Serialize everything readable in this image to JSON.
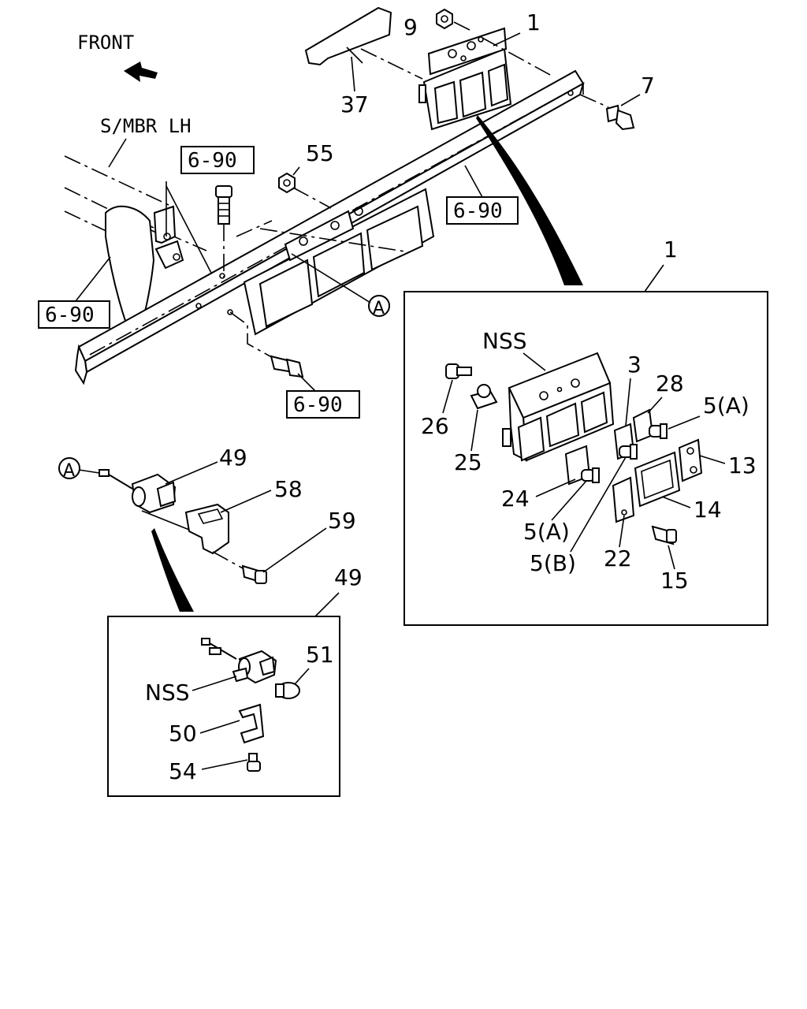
{
  "labels": {
    "front": "FRONT",
    "smbr": "S/MBR LH",
    "ref_6_90_a": "6-90",
    "ref_6_90_b": "6-90",
    "ref_6_90_c": "6-90",
    "ref_6_90_d": "6-90",
    "p1_top": "1",
    "p1_detail": "1",
    "p3": "3",
    "p5a_1": "5(A)",
    "p5a_2": "5(A)",
    "p5b": "5(B)",
    "p7": "7",
    "p9": "9",
    "p13": "13",
    "p14": "14",
    "p15": "15",
    "p22": "22",
    "p24": "24",
    "p25": "25",
    "p26": "26",
    "p28": "28",
    "p37": "37",
    "p49_main": "49",
    "p49_detail": "49",
    "p50": "50",
    "p51": "51",
    "p54": "54",
    "p55": "55",
    "p58": "58",
    "p59": "59",
    "nss_1": "NSS",
    "nss_2": "NSS",
    "circle_a_1": "A",
    "circle_a_2": "A"
  }
}
